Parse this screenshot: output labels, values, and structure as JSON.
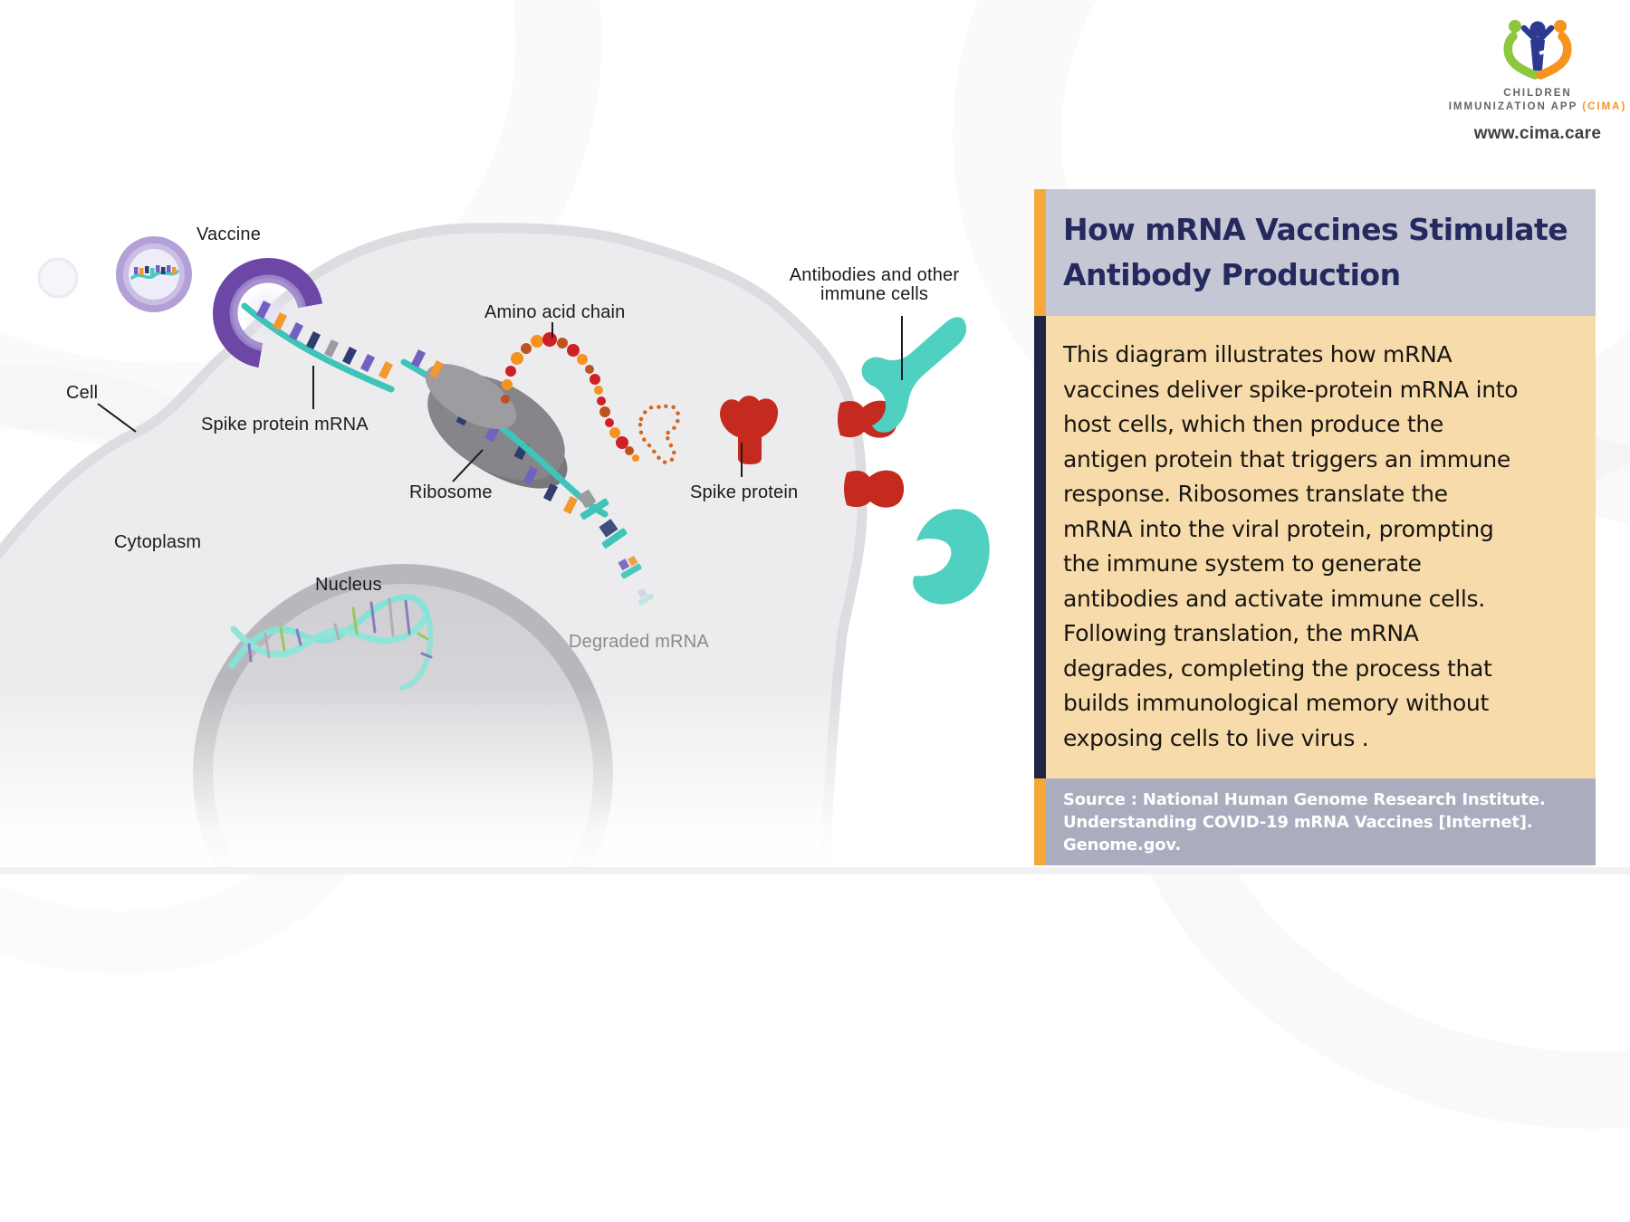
{
  "logo": {
    "icon": "cima-heart-people-icon",
    "brand_line1": "CHILDREN",
    "brand_line2": "IMMUNIZATION APP",
    "brand_line2_accent": "(CIMA)",
    "website": "www.cima.care",
    "colors": {
      "green": "#8dc63f",
      "orange": "#f7941e",
      "navy": "#2b3990"
    }
  },
  "diagram": {
    "labels": {
      "vaccine": "Vaccine",
      "cell": "Cell",
      "spike_protein_mrna": "Spike protein mRNA",
      "ribosome": "Ribosome",
      "amino_acid_chain": "Amino acid chain",
      "spike_protein": "Spike protein",
      "antibodies": "Antibodies and other\nimmune cells",
      "cytoplasm": "Cytoplasm",
      "nucleus": "Nucleus",
      "degraded_mrna": "Degraded mRNA"
    },
    "colors": {
      "cell_fill": "#ececee",
      "membrane": "#dcdce1",
      "vesicle_purple": "#6c47a6",
      "mrna_teal": "#3fc4ba",
      "tick_purple": "#7161c0",
      "tick_orange": "#f2982d",
      "tick_navy": "#2c3e70",
      "tick_gray": "#9b9ba0",
      "ribosome_gray": "#85858a",
      "amino_red": "#cf2026",
      "amino_orange": "#f6921e",
      "amino_rust": "#c0531d",
      "spike_red": "#c52a1e",
      "antibody_teal": "#4fd0c0",
      "nucleus_ring": "#b8b8bc",
      "nucleus_fill": "#d5d5d8"
    }
  },
  "panel": {
    "title": "How mRNA Vaccines Stimulate\nAntibody Production",
    "body": "This diagram illustrates how mRNA\nvaccines deliver spike-protein mRNA into\nhost cells, which then produce the\nantigen protein that triggers an immune\nresponse. Ribosomes translate the\nmRNA into the viral protein, prompting\nthe immune system to generate\nantibodies and activate immune cells.\nFollowing translation, the mRNA\ndegrades, completing the process that\nbuilds immunological memory without\nexposing cells to live virus .",
    "source": "Source : National Human Genome Research Institute.\nUnderstanding COVID-19 mRNA Vaccines [Internet].\nGenome.gov.",
    "colors": {
      "title_bg": "#c5c7d4",
      "body_bg": "#f8dbaa",
      "source_bg": "#a9adbe",
      "accent_orange": "#f6a83b",
      "accent_navy": "#1d2545",
      "title_text": "#242a5e"
    }
  }
}
